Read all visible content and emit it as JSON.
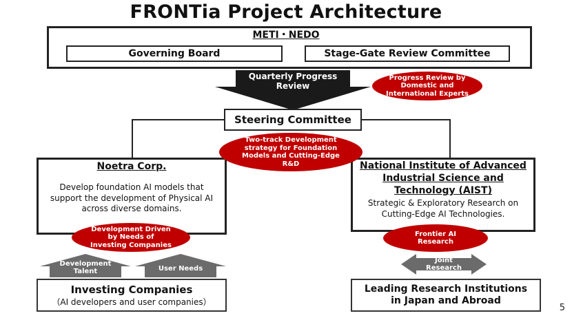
{
  "title": "FRONTia Project Architecture",
  "meti": {
    "label": "METI・NEDO",
    "governing_board": "Governing Board",
    "stage_gate": "Stage-Gate Review Committee"
  },
  "quarterly_review": [
    "Quarterly Progress",
    "Review"
  ],
  "progress_review_oval": [
    "Progress Review by",
    "Domestic and",
    "International Experts"
  ],
  "steering_committee": "Steering Committee",
  "two_track_oval": [
    "Two-track Development",
    "strategy for Foundation",
    "Models and Cutting-Edge",
    "R&D"
  ],
  "noetra": {
    "title": "Noetra Corp.",
    "desc": [
      "Develop foundation AI models that",
      "support the development of Physical AI",
      "across diverse domains."
    ]
  },
  "aist": {
    "title": [
      "National Institute of Advanced",
      "Industrial Science and",
      "Technology (AIST)"
    ],
    "desc": [
      "Strategic & Exploratory Research on",
      "Cutting-Edge AI Technologies."
    ]
  },
  "dev_driven_oval": [
    "Development Driven",
    "by Needs of",
    "Investing Companies"
  ],
  "frontier_oval": [
    "Frontier AI",
    "Research"
  ],
  "arrows": {
    "dev_talent": [
      "Development",
      "Talent"
    ],
    "user_needs": "User Needs",
    "joint_research": [
      "Joint",
      "Research"
    ]
  },
  "investing": {
    "title": "Investing Companies",
    "subtitle": "（AI developers and user companies）"
  },
  "leading": {
    "title": [
      "Leading Research Institutions",
      "in Japan and Abroad"
    ]
  },
  "page_number": "5",
  "colors": {
    "accent_red": "#c00000",
    "arrow_black": "#1a1a1a",
    "arrow_gray": "#6b6b6b"
  }
}
